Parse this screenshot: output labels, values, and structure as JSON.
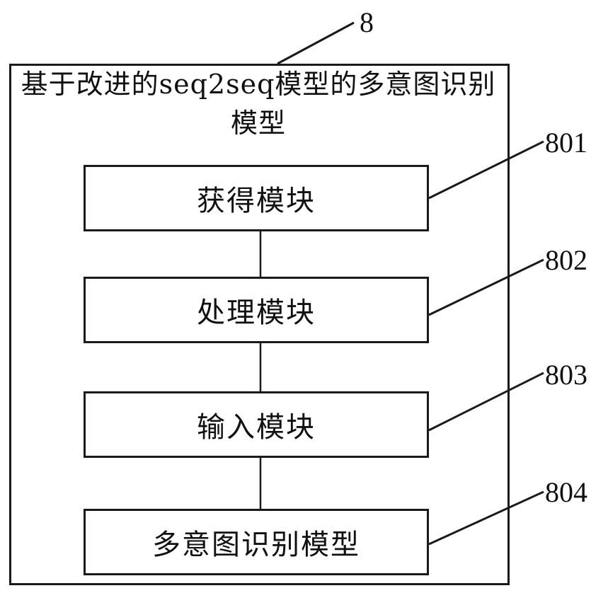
{
  "figure": {
    "container_ref": "8",
    "container_title": "基于改进的seq2seq模型的多意图识别模型",
    "modules": [
      {
        "label": "获得模块",
        "ref": "801"
      },
      {
        "label": "处理模块",
        "ref": "802"
      },
      {
        "label": "输入模块",
        "ref": "803"
      },
      {
        "label": "多意图识别模型",
        "ref": "804"
      }
    ]
  },
  "colors": {
    "line": "#1a1a1a",
    "background": "#ffffff"
  }
}
